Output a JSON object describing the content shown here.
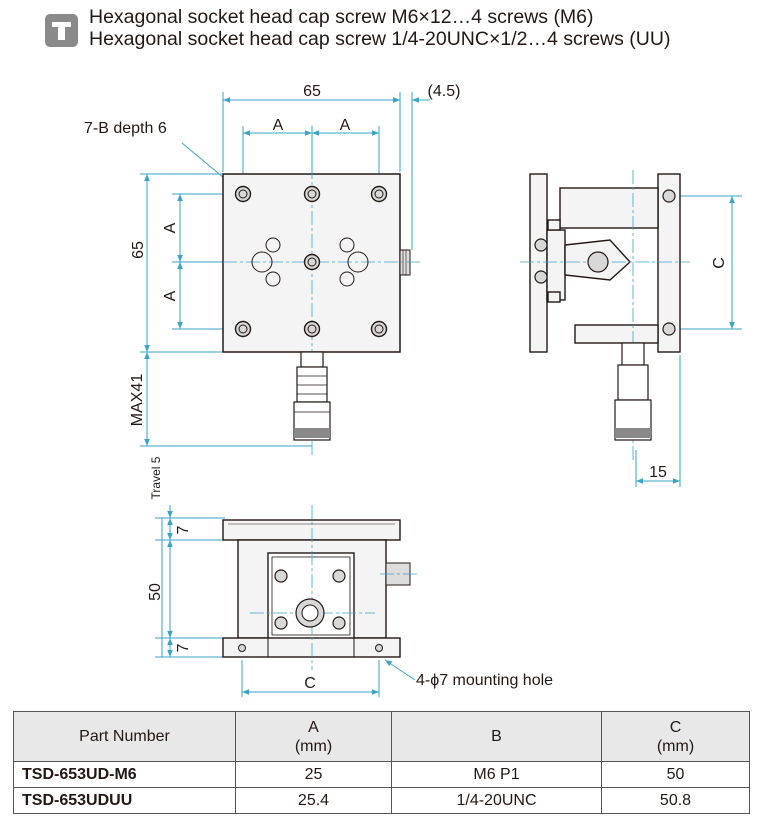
{
  "screw_note": {
    "icon": "hex-socket-screw-icon",
    "lines": [
      "Hexagonal socket head cap screw M6×12…4 screws (M6)",
      "Hexagonal socket head cap screw 1/4-20UNC×1/2…4 screws (UU)"
    ]
  },
  "drawing": {
    "top_view": {
      "width_dim": "65",
      "offset_dim": "(4.5)",
      "a_dim_1": "A",
      "a_dim_2": "A",
      "hole_note": "7-B depth 6",
      "height_dim": "65",
      "a_dim_v1": "A",
      "a_dim_v2": "A",
      "micrometer_dim": "MAX41"
    },
    "side_view": {
      "c_dim": "C",
      "offset_dim": "15"
    },
    "front_view": {
      "travel": "Travel 5",
      "top_dim": "7",
      "height_dim": "50",
      "bottom_dim": "7",
      "c_dim": "C",
      "mount_note": "4-ϕ7 mounting hole"
    }
  },
  "table": {
    "headers": [
      {
        "label": "Part Number",
        "unit": ""
      },
      {
        "label": "A",
        "unit": "(mm)"
      },
      {
        "label": "B",
        "unit": ""
      },
      {
        "label": "C",
        "unit": "(mm)"
      }
    ],
    "rows": [
      {
        "part": "TSD-653UD-M6",
        "a": "25",
        "b": "M6 P1",
        "c": "50"
      },
      {
        "part": "TSD-653UDUU",
        "a": "25.4",
        "b": "1/4-20UNC",
        "c": "50.8"
      }
    ]
  },
  "colors": {
    "dimension": "#3aa3c8",
    "line": "#231815",
    "fill": "#f2f2f2",
    "header_bg": "#e8e8e8"
  }
}
